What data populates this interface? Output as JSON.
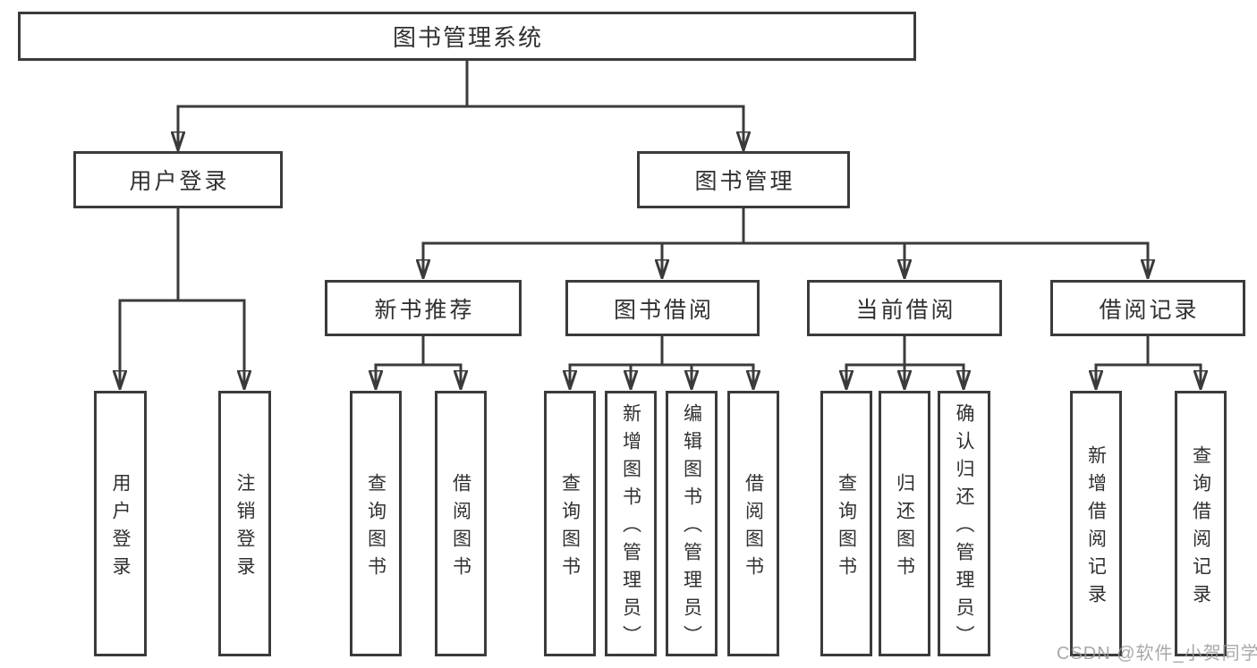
{
  "diagram": {
    "root": {
      "label": "图书管理系统"
    },
    "level2": [
      {
        "label": "用户登录"
      },
      {
        "label": "图书管理"
      }
    ],
    "level3": [
      {
        "label": "新书推荐"
      },
      {
        "label": "图书借阅"
      },
      {
        "label": "当前借阅"
      },
      {
        "label": "借阅记录"
      }
    ],
    "leaves": [
      {
        "label": "用户登录"
      },
      {
        "label": "注销登录"
      },
      {
        "label": "查询图书"
      },
      {
        "label": "借阅图书"
      },
      {
        "label": "查询图书"
      },
      {
        "label": "新增图书（管理员）"
      },
      {
        "label": "编辑图书（管理员）"
      },
      {
        "label": "借阅图书"
      },
      {
        "label": "查询图书"
      },
      {
        "label": "归还图书"
      },
      {
        "label": "确认归还（管理员）"
      },
      {
        "label": "新增借阅记录"
      },
      {
        "label": "查询借阅记录"
      }
    ]
  },
  "watermark": {
    "text": "CSDN @软件_小贺同学"
  },
  "colors": {
    "line": "#3b3b3b",
    "text": "#303030",
    "watermark": "#9a9a9a",
    "background": "#ffffff"
  }
}
